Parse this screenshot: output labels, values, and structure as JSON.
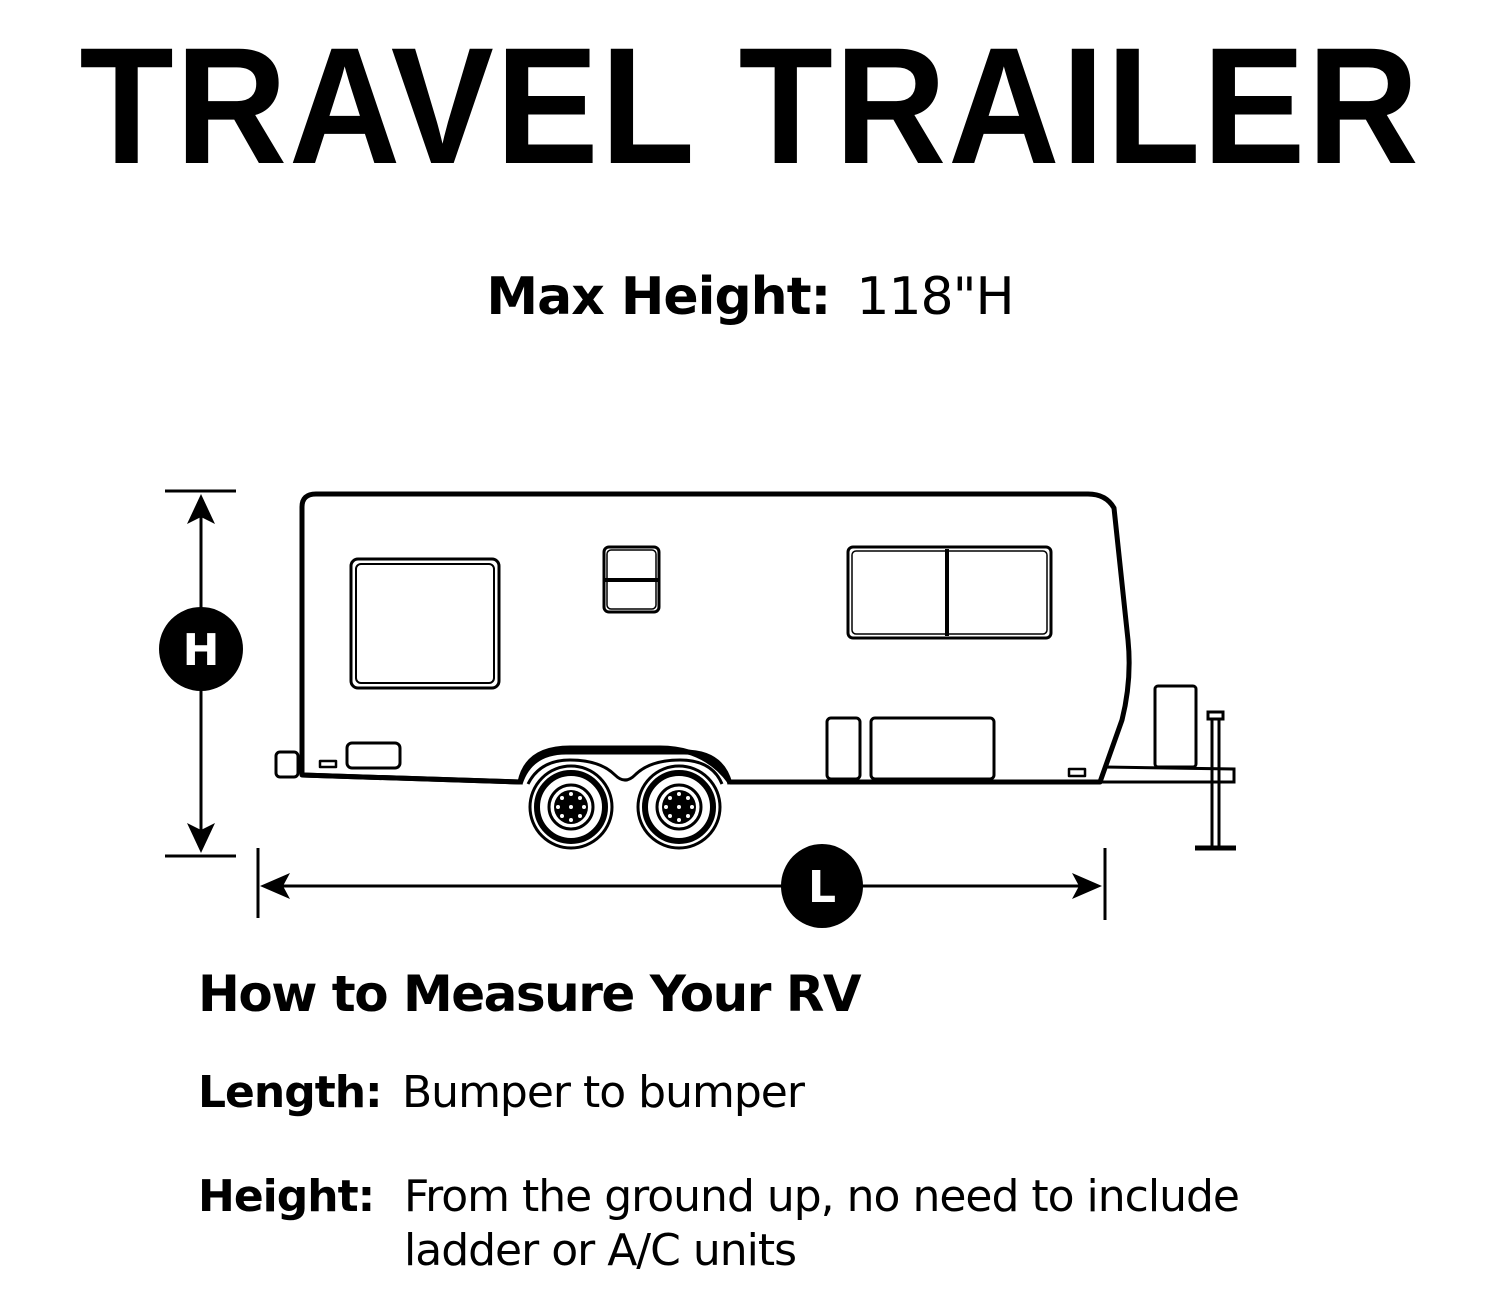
{
  "title": "TRAVEL TRAILER",
  "max_height": {
    "label": "Max Height:",
    "value": "118\"H"
  },
  "diagram": {
    "subject": "travel trailer side view",
    "height_marker": "H",
    "length_marker": "L",
    "colors": {
      "line": "#000000",
      "background": "#ffffff",
      "marker_text": "#ffffff"
    }
  },
  "instructions": {
    "heading": "How to Measure Your RV",
    "items": [
      {
        "label": "Length:",
        "text": "Bumper to bumper"
      },
      {
        "label": "Height:",
        "text": "From the ground up, no need to include ladder or A/C units"
      }
    ]
  }
}
